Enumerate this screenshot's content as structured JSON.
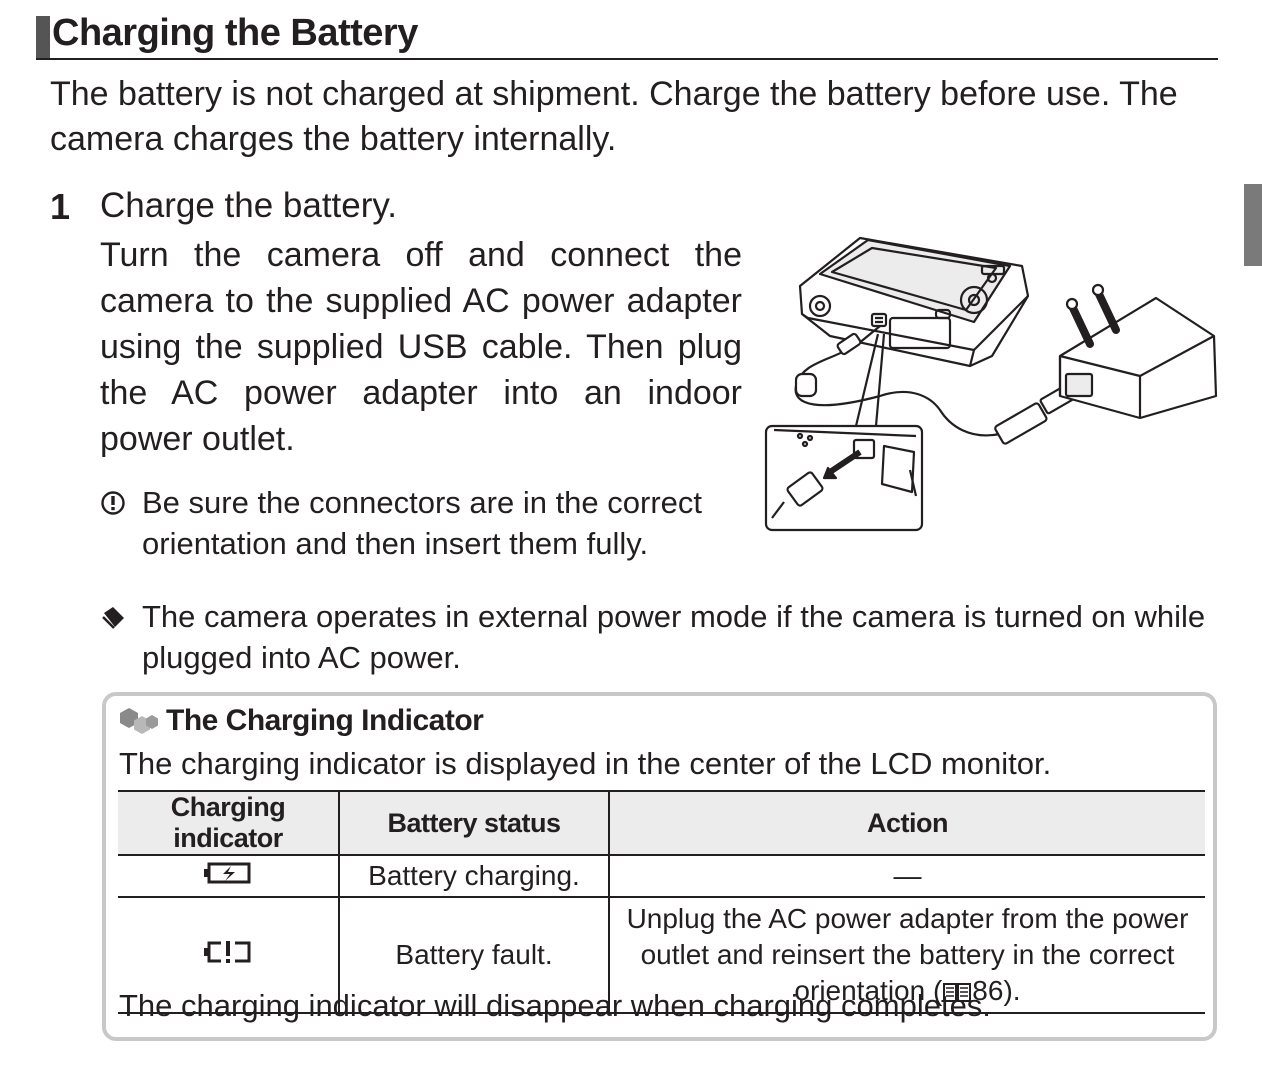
{
  "header": {
    "title": "Charging the Battery"
  },
  "intro": "The battery is not charged at shipment.  Charge the battery before use.  The camera charges the battery internally.",
  "step": {
    "number": "1",
    "title": "Charge the battery.",
    "body": "Turn the camera off and connect the camera to the supplied AC power adapter using the supplied USB cable. Then plug the AC power adapter into an indoor power outlet.",
    "caution": "Be sure the connectors are in the correct orientation and then insert them fully."
  },
  "note": "The camera operates in external power mode if the camera is turned on while plugged into AC power.",
  "box": {
    "title": "The Charging Indicator",
    "description": "The charging indicator is displayed in the center of the LCD monitor.",
    "columns": [
      "Charging indicator",
      "Battery status",
      "Action"
    ],
    "rows": [
      {
        "icon": "battery-charging-icon",
        "status": "Battery charging.",
        "action": "—"
      },
      {
        "icon": "battery-fault-icon",
        "status": "Battery fault.",
        "action": "Unplug the AC power adapter from the power outlet and reinsert the battery in the correct orientation (",
        "page_ref": "86",
        "action_end": ")."
      }
    ],
    "footer": "The charging indicator will disappear when charging completes."
  }
}
